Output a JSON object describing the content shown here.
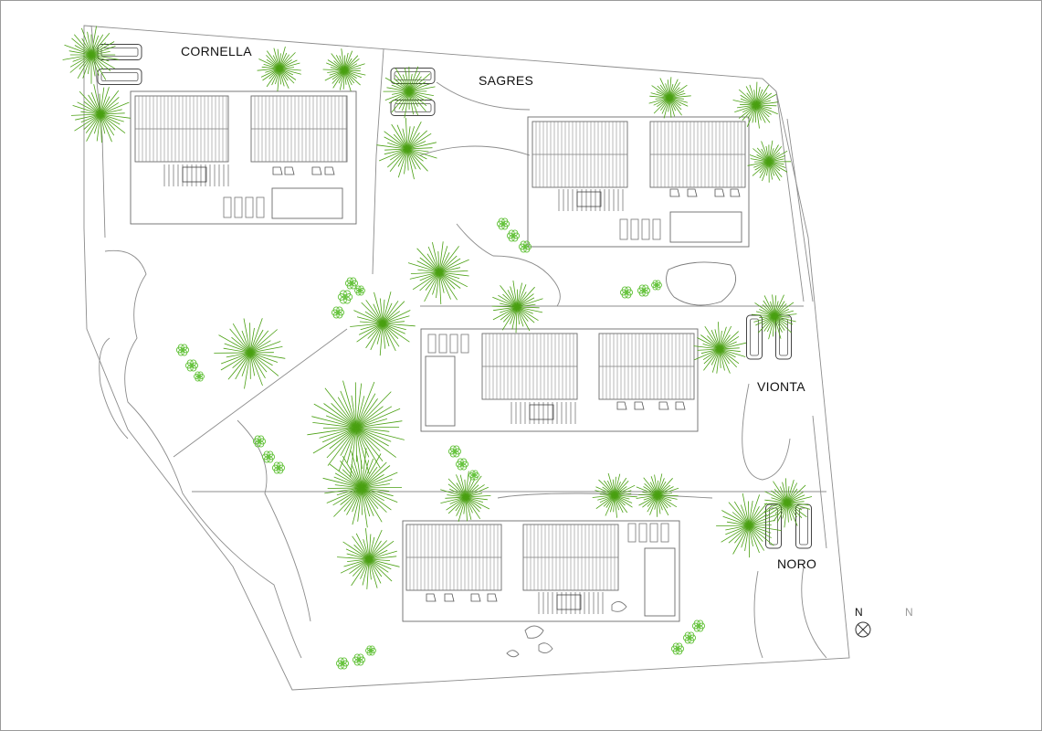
{
  "site_plan": {
    "houses": [
      {
        "id": "cornella",
        "label": "CORNELLA"
      },
      {
        "id": "sagres",
        "label": "SAGRES"
      },
      {
        "id": "vionta",
        "label": "VIONTA"
      },
      {
        "id": "noro",
        "label": "NORO"
      }
    ],
    "north": {
      "symbol_label": "N",
      "light_label": "N"
    }
  },
  "colors": {
    "tree_stroke": "#4aa012",
    "bush_stroke": "#63c23a",
    "linework": "#8c8c8c",
    "building": "#6a6a6a"
  },
  "icons": [
    "tree-icon",
    "shrub-icon",
    "car-icon",
    "north-arrow-icon"
  ]
}
